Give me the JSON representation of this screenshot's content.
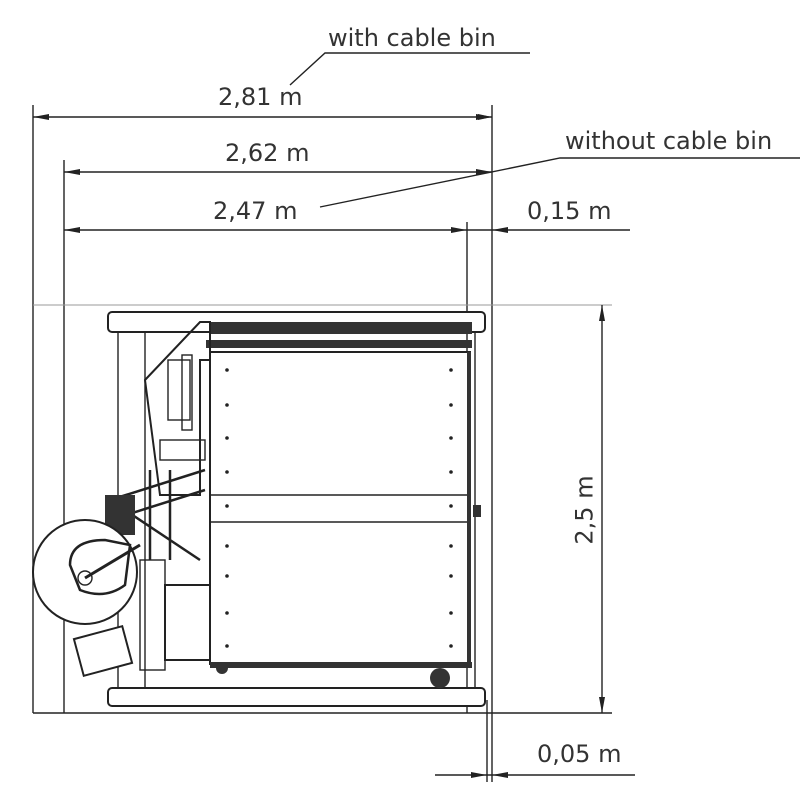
{
  "annotations": {
    "with_cable_bin": "with cable bin",
    "without_cable_bin": "without cable bin"
  },
  "dimensions": {
    "width_with_bin": "2,81 m",
    "width_without_bin": "2,62 m",
    "width_body": "2,47 m",
    "offset_top": "0,15 m",
    "height": "2,5 m",
    "offset_bottom": "0,05 m"
  }
}
